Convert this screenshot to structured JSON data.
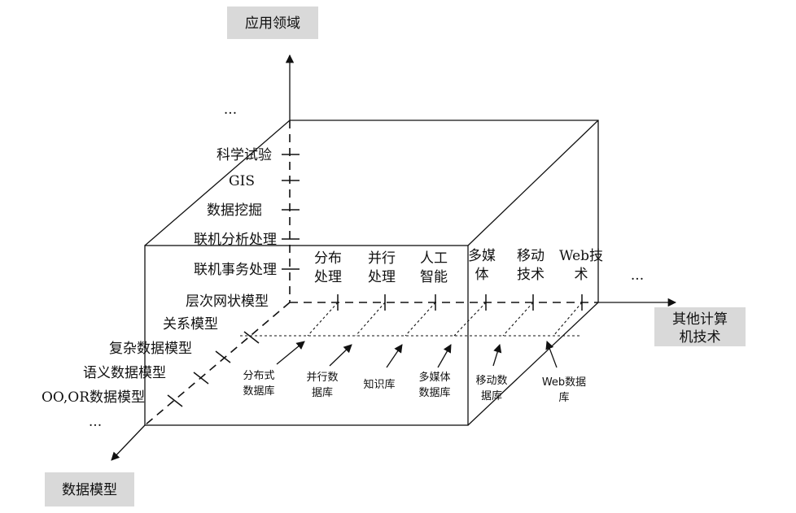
{
  "axes": {
    "vertical": "应用领域",
    "horizontal_line1": "其他计算",
    "horizontal_line2": "机技术",
    "depth": "数据模型"
  },
  "ellipsis": "...",
  "vertical_items": [
    "科学试验",
    "GIS",
    "数据挖掘",
    "联机分析处理",
    "联机事务处理"
  ],
  "horizontal_items": [
    [
      "分布",
      "处理"
    ],
    [
      "并行",
      "处理"
    ],
    [
      "人工",
      "智能"
    ],
    [
      "多媒",
      "体"
    ],
    [
      "移动",
      "技术"
    ],
    [
      "Web技",
      "术"
    ]
  ],
  "depth_items": [
    "层次网状模型",
    "关系模型",
    "复杂数据模型",
    "语义数据模型",
    "OO,OR数据模型"
  ],
  "database_items": [
    [
      "分布式",
      "数据库"
    ],
    [
      "并行数",
      "据库"
    ],
    [
      "知识库"
    ],
    [
      "多媒体",
      "数据库"
    ],
    [
      "移动数",
      "据库"
    ],
    [
      "Web数据",
      "库"
    ]
  ]
}
